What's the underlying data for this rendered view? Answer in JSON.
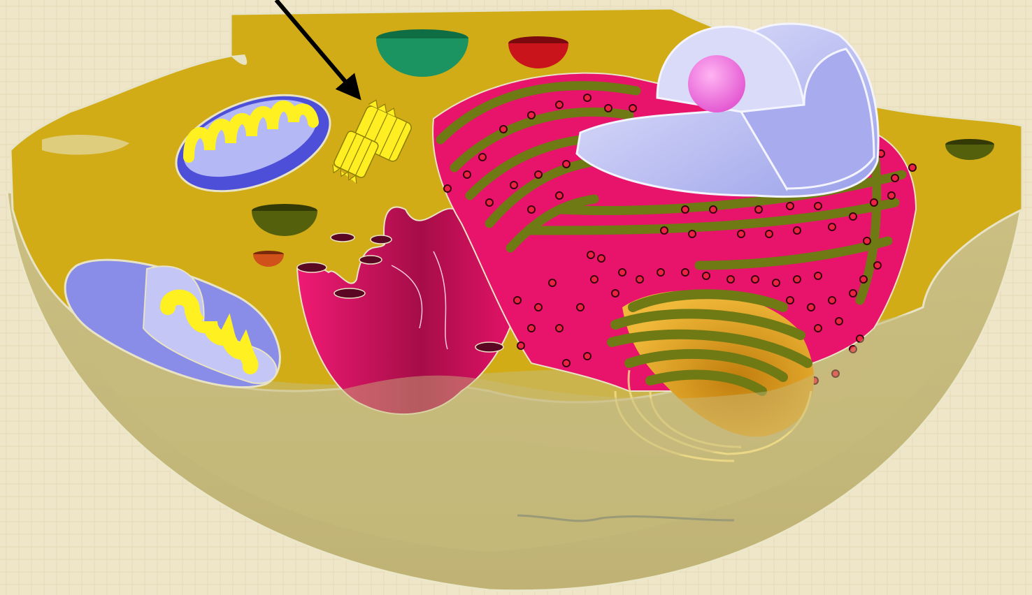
{
  "figure": {
    "labels": [],
    "pointer": {
      "target": "centriole",
      "style": "black-arrow"
    },
    "organelles": [
      "cytoplasm",
      "cell-membrane",
      "mitochondrion",
      "mitochondrion-cutaway",
      "centriole",
      "vesicle",
      "lysosome",
      "smooth-er",
      "rough-er",
      "nucleus",
      "nucleolus",
      "golgi-apparatus"
    ]
  },
  "colors": {
    "background": "#efe5c8",
    "cytoplasm": "#d2ac16",
    "cell_body": "#c7bb7c",
    "membrane_edge": "#e8e3c4",
    "rough_er": "#e8136a",
    "rough_er_dark": "#8a0a3a",
    "er_lining": "#6f7a15",
    "ribosome": "#ee2244",
    "nucleus": "#b9bdf2",
    "nucleus_dark": "#8a90e6",
    "nucleolus": "#f07ee0",
    "mitochondrion_outer": "#4d4fd9",
    "mitochondrion_inner": "#b4b8f5",
    "cristae": "#fff021",
    "centriole": "#ffee22",
    "vesicle_green": "#1b9461",
    "vesicle_red": "#c8141a",
    "vesicle_olive": "#55600c",
    "vesicle_orange": "#d0521a",
    "golgi": "#6f7a15",
    "golgi_core": "#e0a31a",
    "arrow": "#000000"
  }
}
